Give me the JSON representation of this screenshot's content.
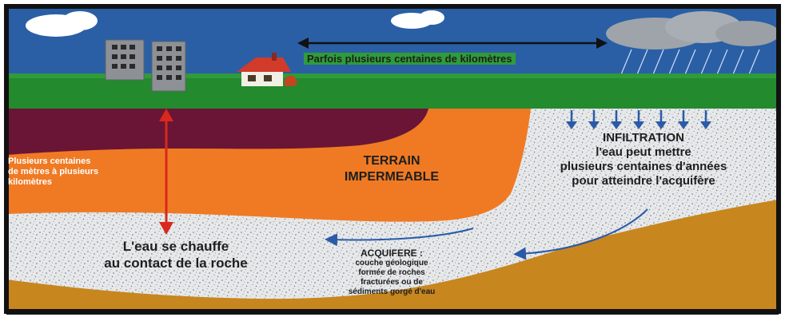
{
  "labels": {
    "distance": "Parfois plusieurs centaines de kilomètres",
    "depth_line1": "Plusieurs centaines",
    "depth_line2": "de mètres à plusieurs",
    "depth_line3": "kilomètres",
    "terrain_line1": "TERRAIN",
    "terrain_line2": "IMPERMEABLE",
    "infiltration_title": "INFILTRATION",
    "infiltration_line1": "l'eau peut mettre",
    "infiltration_line2": "plusieurs centaines d'années",
    "infiltration_line3": "pour atteindre l'acquifère",
    "heat_line1": "L'eau se chauffe",
    "heat_line2": "au contact de la roche",
    "aquifer_title": "ACQUIFERE :",
    "aquifer_line1": "couche géologique",
    "aquifer_line2": "formée de roches",
    "aquifer_line3": "fracturées ou de",
    "aquifer_line4": "sédiments gorgé d'eau"
  },
  "colors": {
    "sky": "#2a5fa6",
    "grass": "#238a2e",
    "dark_layer": "#6a1535",
    "impermeable": "#f07a24",
    "aquifer": "#e6e8ea",
    "deep_rock": "#c8861e",
    "red_arrow": "#d9281c",
    "blue_arrow": "#2a5aa8",
    "frame": "#111111"
  },
  "icons": [
    "building-icon",
    "house-icon",
    "rain-cloud-icon",
    "cloud-icon"
  ]
}
